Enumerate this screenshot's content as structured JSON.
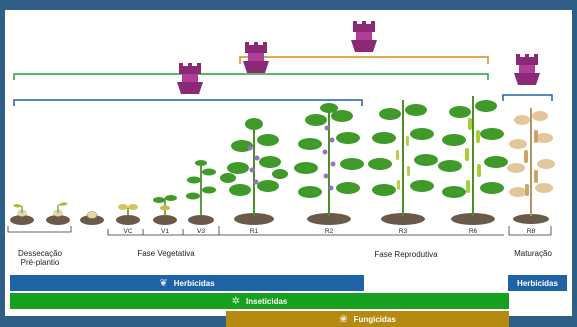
{
  "colors": {
    "herbicidas": "#1f63a6",
    "inseticidas": "#16a01e",
    "fungicidas": "#b58a11",
    "nozzle": "#8a2a77",
    "bracket_blue": "#1f63a6",
    "bracket_green": "#27a03a",
    "bracket_orange": "#d98b1c"
  },
  "stage_labels": {
    "vc": "VC",
    "v1": "V1",
    "v3": "V3",
    "r1": "R1",
    "r2": "R2",
    "r3": "R3",
    "r6": "R6",
    "r8": "R8"
  },
  "phase_labels": {
    "dessecacao_line1": "Dessecação",
    "dessecacao_line2": "Pré-plantio",
    "vegetativa": "Fase Vegetativa",
    "reprodutiva": "Fase Reprodutiva",
    "maturacao": "Maturação"
  },
  "bars": {
    "herbicidas": "Herbicidas",
    "herbicidas_r8": "Herbicidas",
    "inseticidas": "Inseticidas",
    "fungicidas": "Fungicidas"
  },
  "icons": {
    "herbicidas": "weed-icon",
    "inseticidas": "insect-icon",
    "fungicidas": "fungus-icon",
    "nozzles": "spray-nozzle-icon"
  }
}
